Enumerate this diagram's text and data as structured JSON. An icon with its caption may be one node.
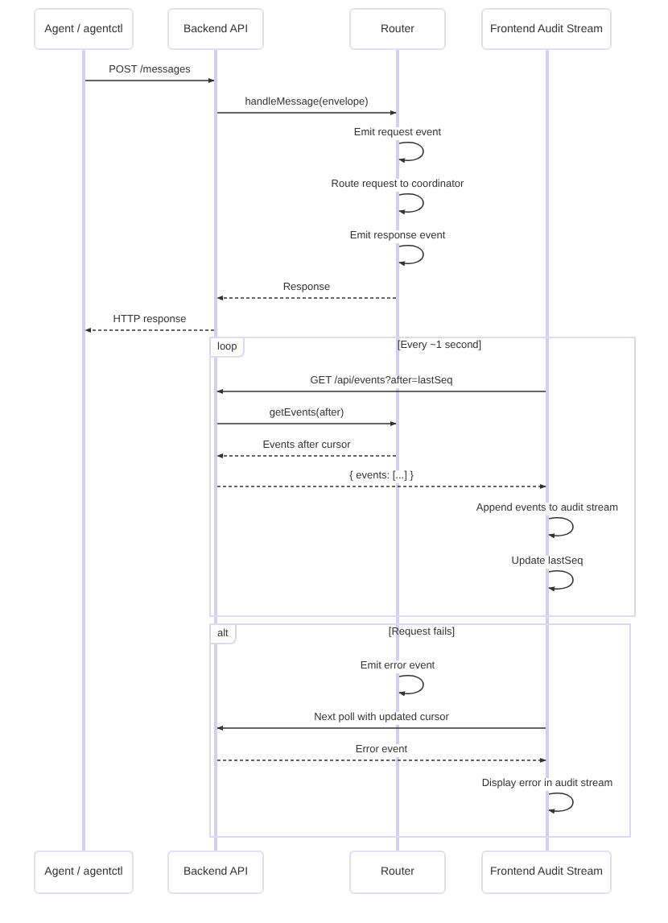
{
  "diagram": {
    "nodes": [
      {
        "text": [
          "Agent / agentctl"
        ]
      },
      {
        "text": [
          "Backend API"
        ]
      },
      {
        "text": [
          "Router"
        ]
      },
      {
        "text": [
          "Frontend Audit Stream"
        ]
      },
      {
        "text": [],
        "shape": "line"
      },
      {
        "text": [],
        "shape": "line"
      },
      {
        "text": [],
        "shape": "line"
      },
      {
        "text": [],
        "shape": "line"
      },
      {
        "text": [
          "Agent / agentctl"
        ]
      },
      {
        "text": [
          "Backend API"
        ]
      },
      {
        "text": [
          "Router"
        ]
      },
      {
        "text": [
          "Frontend Audit Stream"
        ]
      }
    ],
    "labels": [
      "loop",
      "[Every ~1 second]",
      "alt",
      "[Request fails]"
    ],
    "edges": [
      {
        "from": 4,
        "to": 5,
        "arrow": "to",
        "label": "POST /messages"
      },
      {
        "from": 5,
        "to": 6,
        "arrow": "to",
        "label": "handleMessage(envelope)"
      },
      {
        "from": 6,
        "to": 6,
        "arrow": "to",
        "label": "Emit request event"
      },
      {
        "from": 6,
        "to": 6,
        "arrow": "to",
        "label": "Route request to coordinator"
      },
      {
        "from": 6,
        "to": 6,
        "arrow": "to",
        "label": "Emit response event"
      },
      {
        "from": 6,
        "to": 5,
        "arrow": "to",
        "label": "Response",
        "style": "dashed"
      },
      {
        "from": 5,
        "to": 4,
        "arrow": "to",
        "label": "HTTP response",
        "style": "dashed"
      },
      {
        "from": 7,
        "to": 5,
        "arrow": "to",
        "label": "GET /api/events?after=lastSeq"
      },
      {
        "from": 5,
        "to": 6,
        "arrow": "to",
        "label": "getEvents(after)"
      },
      {
        "from": 6,
        "to": 5,
        "arrow": "to",
        "label": "Events after cursor",
        "style": "dashed"
      },
      {
        "from": 5,
        "to": 7,
        "arrow": "to",
        "label": "{ events: [...] }",
        "style": "dashed"
      },
      {
        "from": 7,
        "to": 7,
        "arrow": "to",
        "label": "Append events to audit stream"
      },
      {
        "from": 7,
        "to": 7,
        "arrow": "to",
        "label": "Update lastSeq"
      },
      {
        "from": 6,
        "to": 6,
        "arrow": "to",
        "label": "Emit error event"
      },
      {
        "from": 7,
        "to": 5,
        "arrow": "to",
        "label": "Next poll with updated cursor"
      },
      {
        "from": 5,
        "to": 7,
        "arrow": "to",
        "label": "Error event",
        "style": "dashed"
      },
      {
        "from": 7,
        "to": 7,
        "arrow": "to",
        "label": "Display error in audit stream"
      }
    ]
  }
}
